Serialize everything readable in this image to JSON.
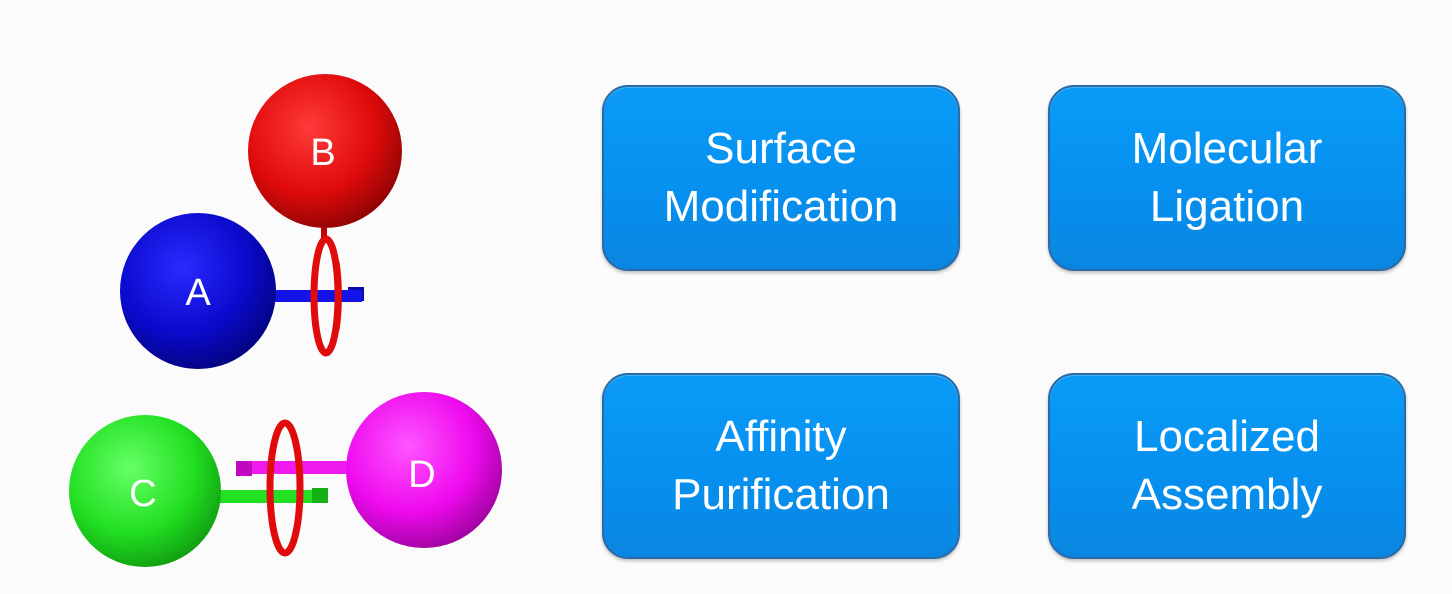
{
  "molecules": {
    "spheres": [
      {
        "id": "A",
        "label": "A",
        "color": "#0a0acc"
      },
      {
        "id": "B",
        "label": "B",
        "color": "#e00b0b"
      },
      {
        "id": "C",
        "label": "C",
        "color": "#22e022"
      },
      {
        "id": "D",
        "label": "D",
        "color": "#ee0aee"
      }
    ],
    "ring_color": "#e00b0b"
  },
  "cards": [
    {
      "id": "surface-modification",
      "line1": "Surface",
      "line2": "Modification",
      "color": "#0794f3"
    },
    {
      "id": "molecular-ligation",
      "line1": "Molecular",
      "line2": "Ligation",
      "color": "#0794f3"
    },
    {
      "id": "affinity-purification",
      "line1": "Affinity",
      "line2": "Purification",
      "color": "#0794f3"
    },
    {
      "id": "localized-assembly",
      "line1": "Localized",
      "line2": "Assembly",
      "color": "#0794f3"
    }
  ]
}
